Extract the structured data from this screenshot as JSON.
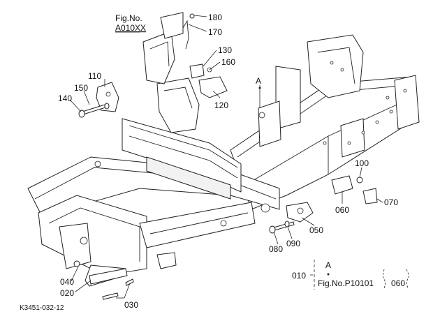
{
  "figure_ref": {
    "line1": "Fig.No.",
    "line2": "A010XX"
  },
  "callouts": {
    "p180": "180",
    "p170": "170",
    "p130": "130",
    "p160": "160",
    "p110": "110",
    "p150": "150",
    "p140": "140",
    "p120": "120",
    "pA": "A",
    "p100": "100",
    "p070": "070",
    "p060": "060",
    "p050": "050",
    "p090": "090",
    "p080": "080",
    "p040": "040",
    "p020": "020",
    "p030": "030"
  },
  "legend": {
    "left_number": "010",
    "letter": "A",
    "fig_ref": "Fig.No.P10101",
    "right_number": "060"
  },
  "drawing_id": "K3451-032-12",
  "colors": {
    "line": "#222222",
    "background": "#ffffff",
    "text": "#111111"
  }
}
